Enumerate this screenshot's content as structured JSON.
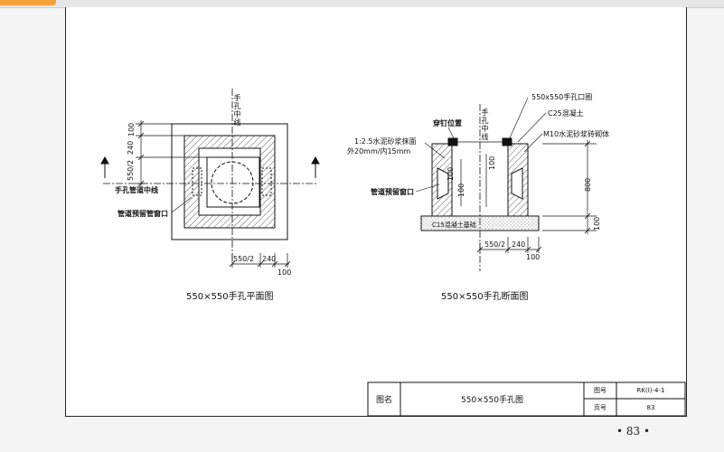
{
  "plan": {
    "title": "550×550手孔平面图",
    "center_label": "手孔中线",
    "pipe_center_label": "手孔管道中线",
    "window_label": "管道预留管窗口",
    "dim_top": "100",
    "dim_240": "240",
    "dim_half": "550/2",
    "dim_bottom_half": "550/2",
    "dim_bottom_240": "240",
    "dim_bottom_100": "100"
  },
  "section": {
    "title": "550×550手孔断面图",
    "mouth_label": "550x550手孔口圈",
    "concrete_label": "C25混凝土",
    "masonry_label": "M10水泥砂浆砖砌体",
    "nail_label": "穿钉位置",
    "mortar_label_1": "1:2.5水泥砂浆抹面",
    "mortar_label_2": "外20mm/内15mm",
    "window_label": "管道预留窗口",
    "base_label": "C15混凝土基础",
    "center_label": "手孔中线",
    "dim_100_a": "100",
    "dim_100_b": "100",
    "dim_100_c": "100",
    "dim_800": "800",
    "dim_100_right": "100",
    "dim_half": "550/2",
    "dim_240": "240",
    "dim_100_bottom": "100"
  },
  "title_block": {
    "name_label": "图名",
    "name_value": "550×550手孔图",
    "drawing_no_label": "图号",
    "drawing_no_value": "RK(I)-4-1",
    "page_label": "页号",
    "page_value": "83"
  },
  "page_number": "• 83 •"
}
